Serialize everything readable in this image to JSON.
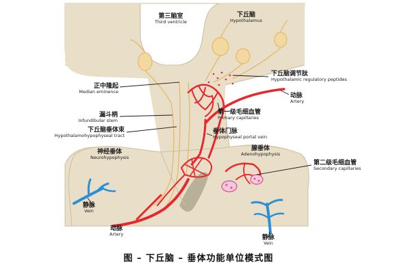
{
  "labels": {
    "third_ventricle": {
      "zh": "第三脑室",
      "en": "Third ventricle"
    },
    "hypothalamus": {
      "zh": "下丘脑",
      "en": "Hypothalamus"
    },
    "regulatory_peptides": {
      "zh": "下丘脑调节肽",
      "en": "Hypothalamic regulatory peptides"
    },
    "median_eminence": {
      "zh": "正中隆起",
      "en": "Median eminence"
    },
    "artery_top": {
      "zh": "动脉",
      "en": "Artery"
    },
    "primary_capillaries": {
      "zh": "第一级毛细血管",
      "en": "Primary capillaries"
    },
    "infundibular_stem": {
      "zh": "漏斗柄",
      "en": "Infundibular stem"
    },
    "portal_vein": {
      "zh": "垂体门脉",
      "en": "Hypophyseal portal vein"
    },
    "tract": {
      "zh": "下丘脑垂体束",
      "en": "Hypothalamohypophyseal tract"
    },
    "neurohypophysis": {
      "zh": "神经垂体",
      "en": "Neurohypophysis"
    },
    "adenohypophysis": {
      "zh": "腺垂体",
      "en": "Adenohypophysis"
    },
    "secondary_capillaries": {
      "zh": "第二级毛细血管",
      "en": "Secondary capillaries"
    },
    "vein_left": {
      "zh": "静脉",
      "en": "Vein"
    },
    "artery_bottom": {
      "zh": "动脉",
      "en": "Artery"
    },
    "vein_right": {
      "zh": "静脉",
      "en": "Vein"
    }
  },
  "caption": "图 – 下丘脑 – 垂体功能单位模式图",
  "colors": {
    "tissue": "#e9dfc9",
    "tissue_outline": "#cbbd9f",
    "neuron": "#f2d9a2",
    "neuron_outline": "#e6b866",
    "artery": "#e8262c",
    "vein": "#2a8fd4",
    "hormone": "#d4508f"
  }
}
